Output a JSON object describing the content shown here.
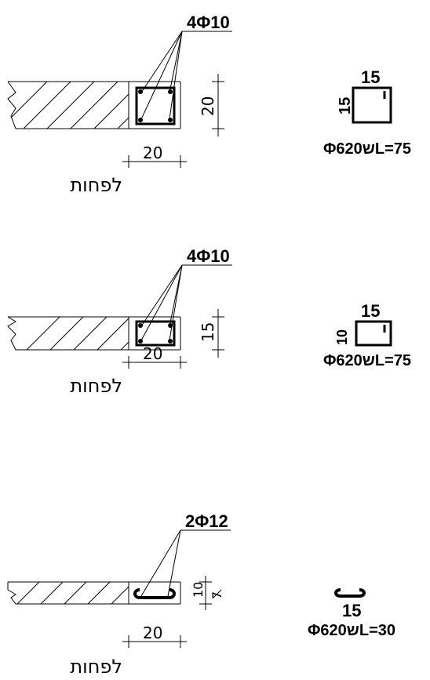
{
  "details": [
    {
      "rebar_label": "4Φ10",
      "height_dim": "20",
      "width_dim": "20",
      "edge_label": "לפחות",
      "stirrup_width": "15",
      "stirrup_height": "15",
      "stirrup_spec": "Φ6ש20L=75"
    },
    {
      "rebar_label": "4Φ10",
      "height_dim": "15",
      "width_dim": "20",
      "edge_label": "לפחות",
      "stirrup_width": "15",
      "stirrup_height": "10",
      "stirrup_spec": "Φ6ש20L=75"
    },
    {
      "rebar_label": "2Φ12",
      "height_dim_top": "10",
      "height_dim_bottom": "7",
      "width_dim": "20",
      "edge_label": "לפחות",
      "stirrup_width": "15",
      "stirrup_spec": "Φ6ש20L=30"
    }
  ]
}
